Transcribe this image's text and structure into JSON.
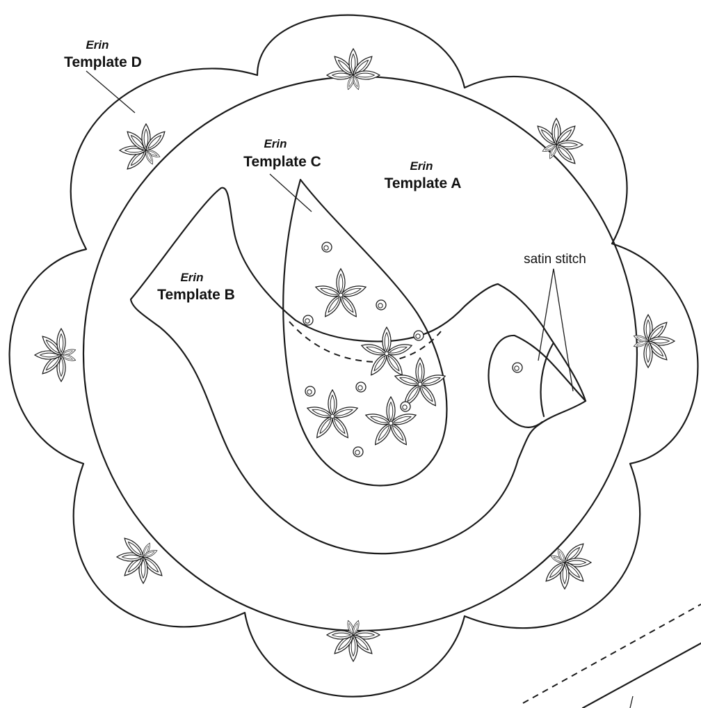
{
  "labels": {
    "template_d": {
      "sub": "Erin",
      "main": "Template D"
    },
    "template_c": {
      "sub": "Erin",
      "main": "Template C"
    },
    "template_a": {
      "sub": "Erin",
      "main": "Template A"
    },
    "template_b": {
      "sub": "Erin",
      "main": "Template B"
    },
    "satin": "satin stitch"
  },
  "colors": {
    "line": "#1a1a1a",
    "background": "#ffffff"
  },
  "icons": [
    "lazy-daisy-flower-icon",
    "french-knot-icon"
  ]
}
